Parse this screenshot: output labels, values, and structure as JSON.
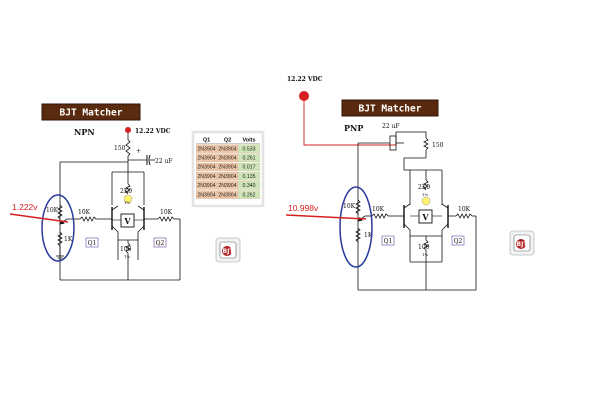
{
  "npn": {
    "banner": "BJT Matcher",
    "type_label": "NPN",
    "supply": "12.22 VDC",
    "r_top": "150",
    "cap": "22 uF",
    "plus": "+",
    "r_collector": "2K0",
    "r_collector_tol": "1%",
    "meter": "V",
    "r_base_left": "10K",
    "r_base_right": "10K",
    "pot_top": "10K",
    "pot_bottom": "1K",
    "q1": "Q1",
    "q2": "Q2",
    "r_emitter": "100",
    "r_emitter_tol": "1%",
    "probe_voltage": "1.222v"
  },
  "pnp": {
    "banner": "BJT Matcher",
    "type_label": "PNP",
    "supply": "12.22 VDC",
    "cap": "22 uF",
    "r_top": "150",
    "r_collector": "2K0",
    "r_collector_tol": "1%",
    "meter": "V",
    "r_base_left": "10K",
    "r_base_right": "10K",
    "pot_top": "10K",
    "pot_bottom": "1K",
    "q1": "Q1",
    "q2": "Q2",
    "r_emitter": "100",
    "r_emitter_tol": "1%",
    "probe_voltage": "10.998v"
  },
  "table": {
    "headers": [
      "Q1",
      "Q2",
      "Volts"
    ],
    "rows": [
      [
        "2N3904",
        "2N3904",
        "0.533"
      ],
      [
        "2N3904",
        "2N3904",
        "0.261"
      ],
      [
        "2N3904",
        "2N3904",
        "0.017"
      ],
      [
        "2N3904",
        "2N3904",
        "0.135"
      ],
      [
        "2N3904",
        "2N3904",
        "0.340"
      ],
      [
        "2N3904",
        "2N3904",
        "0.262"
      ]
    ]
  },
  "colors": {
    "banner_bg": "#5a2a0e",
    "probe_red": "#d62020",
    "pot_ellipse": "#2a3a9a",
    "table_green": "#cfe6b8",
    "table_salmon": "#f0c8a8",
    "q_box": "#6a4aa8"
  },
  "icons": [
    "app-icon-left",
    "app-icon-right"
  ]
}
